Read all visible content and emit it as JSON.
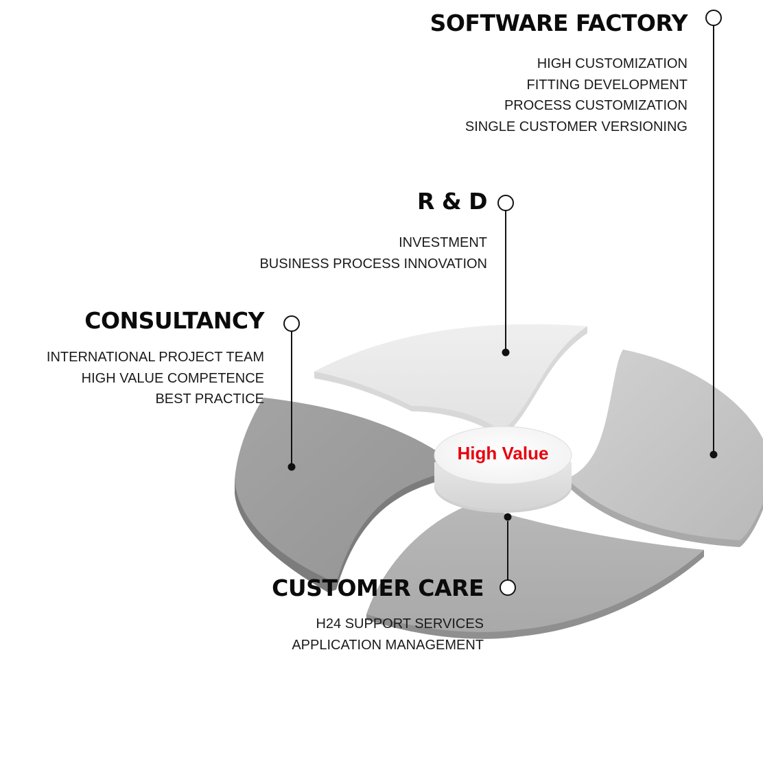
{
  "center": {
    "label": "High Value",
    "label_color": "#e8000c"
  },
  "segments": [
    {
      "id": "software-factory",
      "heading": "SOFTWARE FACTORY",
      "items": [
        "HIGH CUSTOMIZATION",
        "FITTING DEVELOPMENT",
        "PROCESS CUSTOMIZATION",
        "SINGLE CUSTOMER VERSIONING"
      ],
      "petal_color": "#c4c4c4"
    },
    {
      "id": "r-and-d",
      "heading": "R & D",
      "items": [
        "INVESTMENT",
        "BUSINESS PROCESS INNOVATION"
      ],
      "petal_color": "#e9e9e9"
    },
    {
      "id": "consultancy",
      "heading": "CONSULTANCY",
      "items": [
        "INTERNATIONAL PROJECT TEAM",
        "HIGH VALUE COMPETENCE",
        "BEST PRACTICE"
      ],
      "petal_color": "#9e9e9e"
    },
    {
      "id": "customer-care",
      "heading": "CUSTOMER CARE",
      "items": [
        "H24 SUPPORT SERVICES",
        "APPLICATION MANAGEMENT"
      ],
      "petal_color": "#b2b2b2"
    }
  ]
}
